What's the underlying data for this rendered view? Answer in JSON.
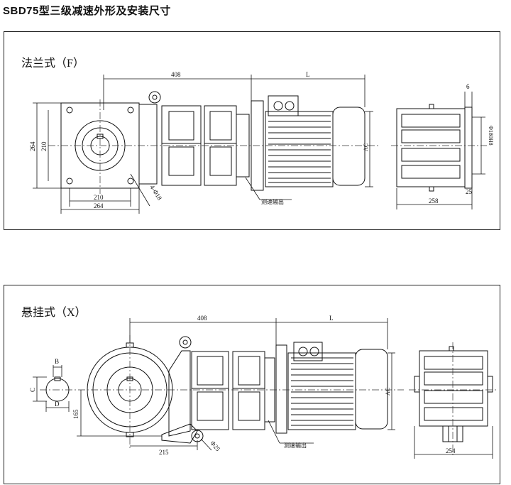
{
  "page": {
    "title": "SBD75型三级减速外形及安装尺寸"
  },
  "flange": {
    "label": "法兰式（F）",
    "dims": {
      "d408": "408",
      "dL": "L",
      "d264v": "264",
      "d210v": "210",
      "d210h": "210",
      "d264h": "264",
      "hole": "4-Φ18",
      "ac": "AC",
      "d6": "6",
      "shaft": "Φ180H8",
      "d25": "25",
      "d258": "258",
      "speed": "测速输出"
    }
  },
  "hanging": {
    "label": "悬挂式（X）",
    "dims": {
      "d408": "408",
      "dL": "L",
      "b": "B",
      "c": "C",
      "d": "D",
      "d165": "165",
      "d215": "215",
      "hole": "Φ25",
      "ac": "AC",
      "d254": "254",
      "speed": "测速输出"
    }
  }
}
